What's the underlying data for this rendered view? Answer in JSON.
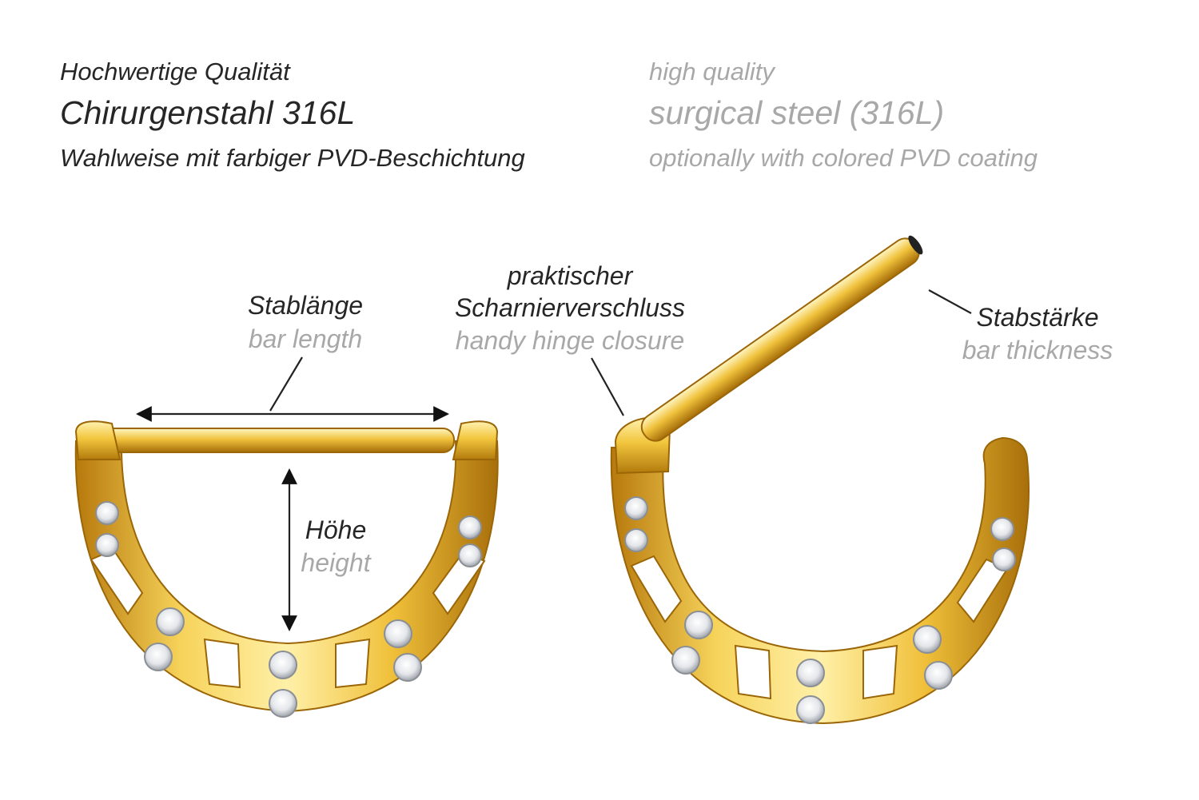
{
  "header": {
    "german": {
      "line1": "Hochwertige Qualität",
      "line2": "Chirurgenstahl 316L",
      "line3": "Wahlweise mit farbiger PVD-Beschichtung"
    },
    "english": {
      "line1": "high quality",
      "line2": "surgical steel (316L)",
      "line3": "optionally with colored PVD coating"
    }
  },
  "labels": {
    "bar_length": {
      "de": "Stablänge",
      "en": "bar length"
    },
    "height": {
      "de": "Höhe",
      "en": "height"
    },
    "hinge": {
      "de_line1": "praktischer",
      "de_line2": "Scharnierverschluss",
      "en": "handy hinge closure"
    },
    "bar_thickness": {
      "de": "Stabstärke",
      "en": "bar thickness"
    }
  },
  "colors": {
    "text_german": "#262626",
    "text_english": "#a8a8a8",
    "gold_light": "#fbe27a",
    "gold_mid": "#e8b528",
    "gold_dark": "#a86f0a",
    "annotation_line": "#222222"
  }
}
